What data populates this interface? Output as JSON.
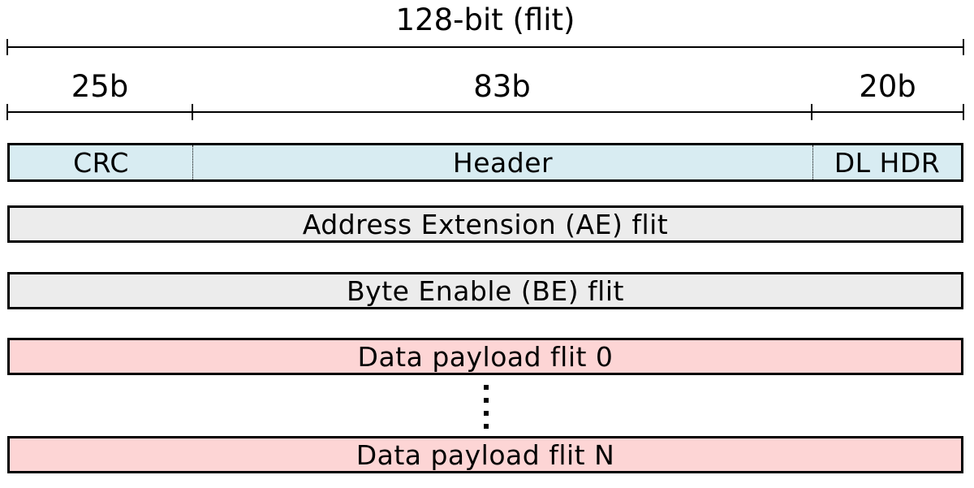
{
  "width_labels": {
    "flit": "128-bit (flit)",
    "crc": "25b",
    "header": "83b",
    "dl_hdr": "20b"
  },
  "header_flit": {
    "crc": "CRC",
    "header": "Header",
    "dl_hdr": "DL HDR"
  },
  "flits": {
    "ae": "Address Extension (AE) flit",
    "be": "Byte Enable (BE) flit",
    "data0": "Data payload flit 0",
    "dataN": "Data payload flit N"
  },
  "colors": {
    "header_fill": "#d8ecf2",
    "grey_fill": "#ececec",
    "data_fill": "#fdd5d5"
  }
}
